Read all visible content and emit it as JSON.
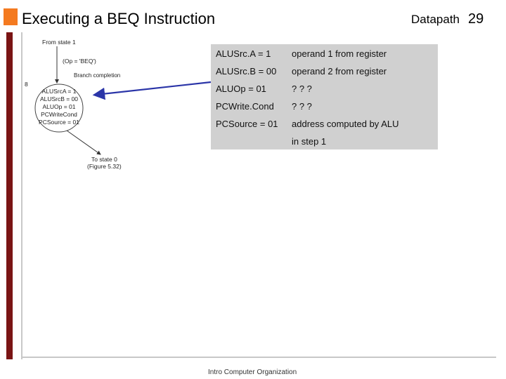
{
  "header": {
    "title": "Executing a BEQ Instruction",
    "section": "Datapath",
    "page_number": "29"
  },
  "diagram": {
    "from_state": "From state 1",
    "condition": "(Op = 'BEQ')",
    "state_name": "Branch completion",
    "state_number": "8",
    "state_signals": [
      "ALUSrcA = 1",
      "ALUSrcB = 00",
      "ALUOp = 01",
      "PCWriteCond",
      "PCSource = 01"
    ],
    "to_state": "To state 0",
    "figure_ref": "(Figure 5.32)"
  },
  "info_table": [
    {
      "signal": "ALUSrc.A = 1",
      "description": "operand 1 from register"
    },
    {
      "signal": "ALUSrc.B = 00",
      "description": "operand 2 from register"
    },
    {
      "signal": "ALUOp = 01",
      "description": "? ? ?"
    },
    {
      "signal": "PCWrite.Cond",
      "description": "? ? ?"
    },
    {
      "signal": "PCSource = 01",
      "description": "address computed by ALU"
    },
    {
      "signal": "",
      "description": "in step 1"
    }
  ],
  "footer": {
    "text": "Intro Computer Organization"
  },
  "colors": {
    "accent_square": "#f47a20",
    "left_bar": "#7a1414",
    "arrow": "#2b35a8",
    "box_background": "#d0d0d0"
  }
}
